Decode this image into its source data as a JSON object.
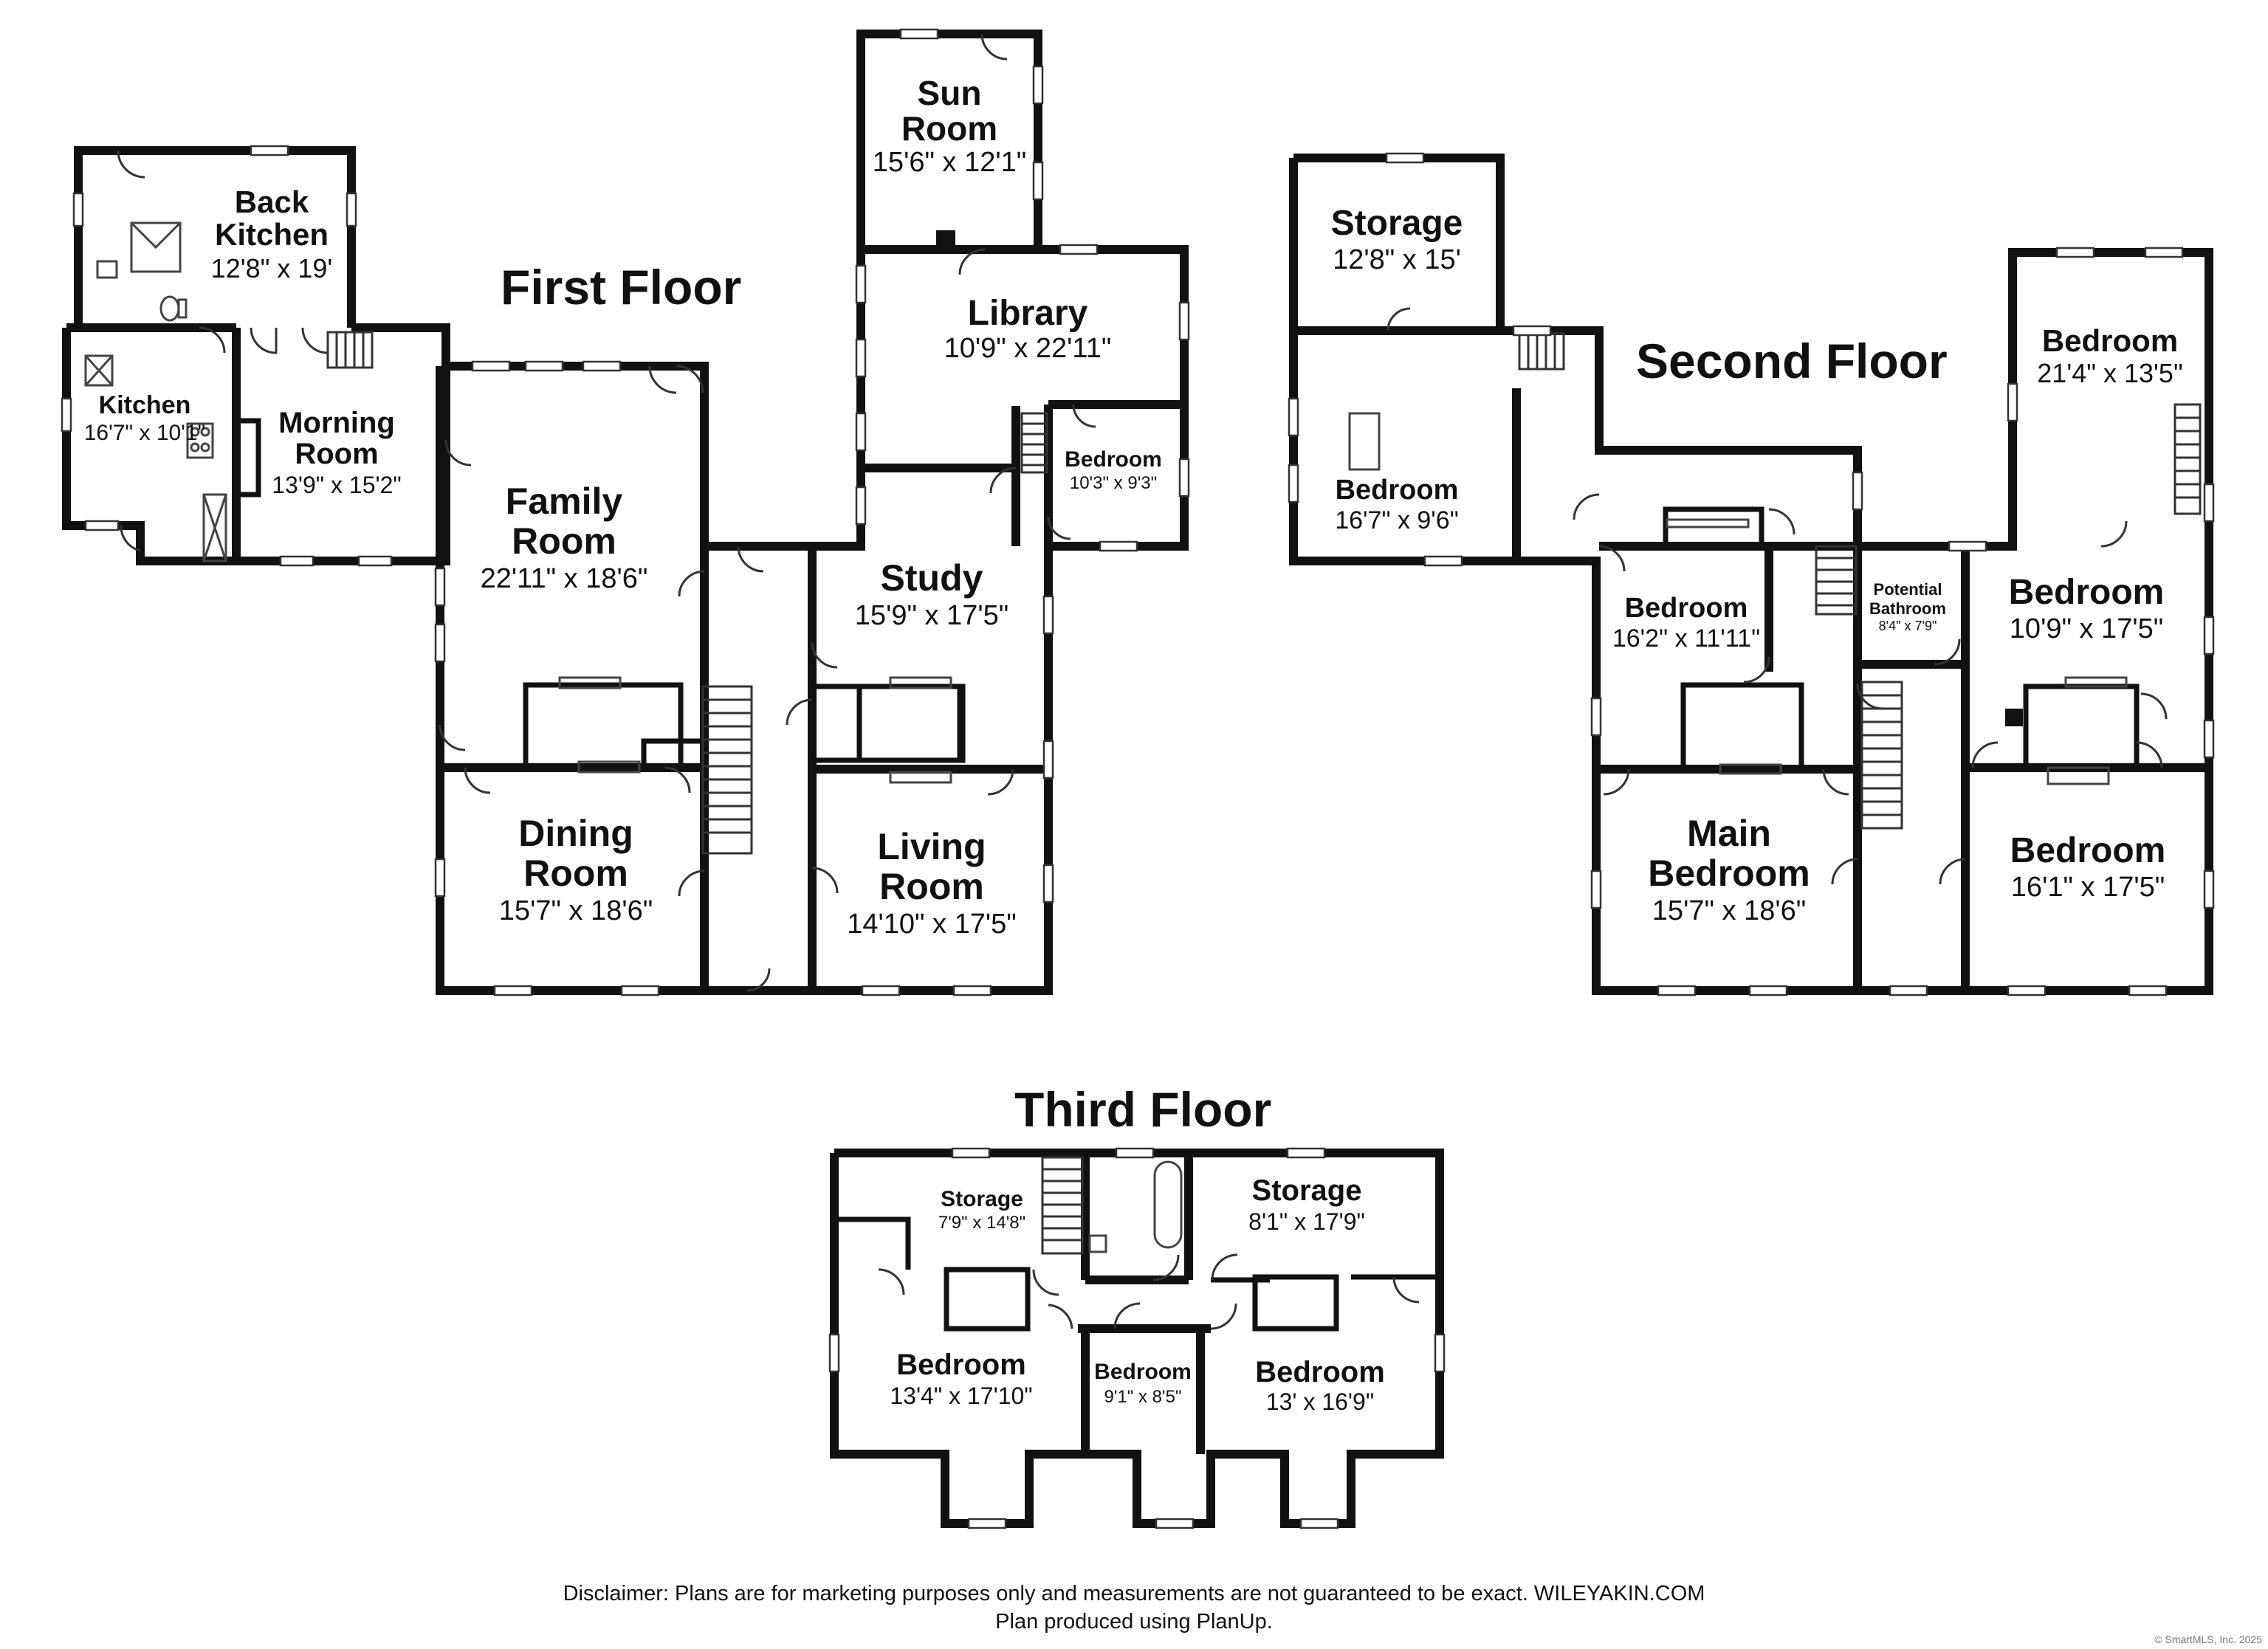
{
  "floors": {
    "first": "First Floor",
    "second": "Second Floor",
    "third": "Third Floor"
  },
  "rooms": {
    "back_kitchen": {
      "name_1": "Back",
      "name_2": "Kitchen",
      "dim": "12'8\" x 19'"
    },
    "kitchen": {
      "name": "Kitchen",
      "dim": "16'7\" x 10'1\""
    },
    "morning_room": {
      "name_1": "Morning",
      "name_2": "Room",
      "dim": "13'9\" x 15'2\""
    },
    "family_room": {
      "name_1": "Family",
      "name_2": "Room",
      "dim": "22'11\" x 18'6\""
    },
    "dining_room": {
      "name_1": "Dining",
      "name_2": "Room",
      "dim": "15'7\" x 18'6\""
    },
    "sun_room": {
      "name_1": "Sun",
      "name_2": "Room",
      "dim": "15'6\" x 12'1\""
    },
    "library": {
      "name": "Library",
      "dim": "10'9\" x 22'11\""
    },
    "bedroom_first": {
      "name": "Bedroom",
      "dim": "10'3\" x 9'3\""
    },
    "study": {
      "name": "Study",
      "dim": "15'9\" x 17'5\""
    },
    "living_room": {
      "name_1": "Living",
      "name_2": "Room",
      "dim": "14'10\" x 17'5\""
    },
    "storage_second": {
      "name": "Storage",
      "dim": "12'8\" x 15'"
    },
    "bedroom_2a": {
      "name": "Bedroom",
      "dim": "16'7\" x 9'6\""
    },
    "bedroom_2b": {
      "name": "Bedroom",
      "dim": "21'4\" x 13'5\""
    },
    "bedroom_2c": {
      "name": "Bedroom",
      "dim": "16'2\" x 11'11\""
    },
    "potential_bathroom": {
      "name_1": "Potential",
      "name_2": "Bathroom",
      "dim": "8'4\" x 7'9\""
    },
    "bedroom_2d": {
      "name": "Bedroom",
      "dim": "10'9\" x 17'5\""
    },
    "main_bedroom": {
      "name_1": "Main",
      "name_2": "Bedroom",
      "dim": "15'7\" x 18'6\""
    },
    "bedroom_2e": {
      "name": "Bedroom",
      "dim": "16'1\" x 17'5\""
    },
    "storage_third_a": {
      "name": "Storage",
      "dim": "7'9\" x 14'8\""
    },
    "storage_third_b": {
      "name": "Storage",
      "dim": "8'1\" x 17'9\""
    },
    "bedroom_3a": {
      "name": "Bedroom",
      "dim": "13'4\" x 17'10\""
    },
    "bedroom_3b": {
      "name": "Bedroom",
      "dim": "9'1\" x 8'5\""
    },
    "bedroom_3c": {
      "name": "Bedroom",
      "dim": "13' x 16'9\""
    }
  },
  "footer": {
    "disclaimer_1": "Disclaimer: Plans are for marketing purposes only and measurements are not guaranteed to be exact. WILEYAKIN.COM",
    "disclaimer_2": "Plan produced using PlanUp.",
    "copyright": "© SmartMLS, Inc. 2025"
  },
  "colors": {
    "wall": "#111111",
    "background": "#ffffff",
    "fixture": "#444444"
  },
  "icons": [
    "door-swing-icon",
    "window-icon",
    "stair-icon",
    "toilet-icon",
    "shower-icon",
    "sink-icon",
    "stove-icon",
    "bathtub-icon",
    "fireplace-icon"
  ]
}
